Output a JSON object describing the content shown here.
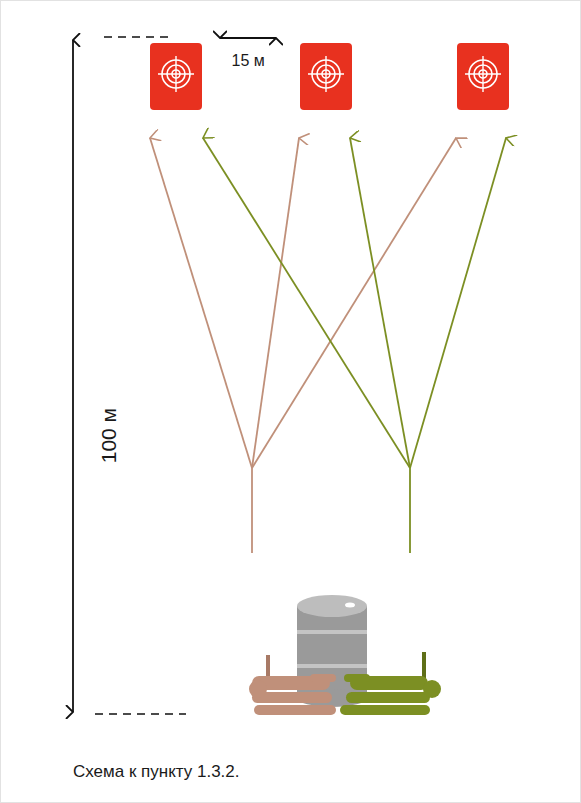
{
  "diagram": {
    "caption": "Схема к пункту 1.3.2.",
    "labels": [
      "15 м",
      "100 м"
    ]
  }
}
